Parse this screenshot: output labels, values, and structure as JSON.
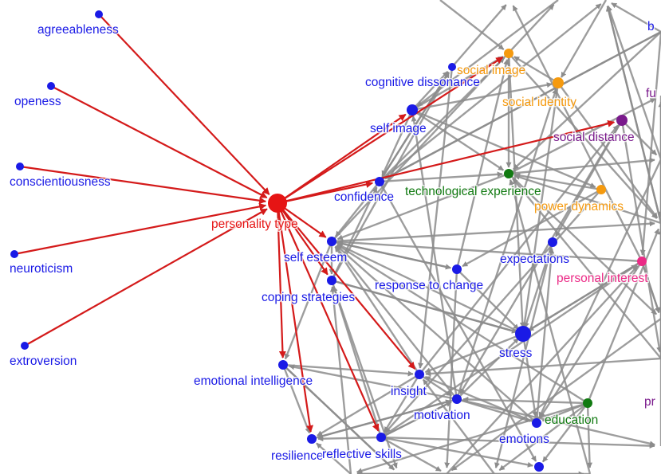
{
  "colors": {
    "blue": "#1a1ae6",
    "red": "#e61414",
    "orange": "#f59a0f",
    "green": "#117a11",
    "purple": "#7a1a8c",
    "pink": "#eb2a86",
    "edge": "#8c8c8c",
    "hub_edge": "#d41a1a"
  },
  "nodes": [
    {
      "id": "agreeableness",
      "label": "agreeableness",
      "color": "blue"
    },
    {
      "id": "openess",
      "label": "openess",
      "color": "blue"
    },
    {
      "id": "conscientiousness",
      "label": "conscientiousness",
      "color": "blue"
    },
    {
      "id": "neuroticism",
      "label": "neuroticism",
      "color": "blue"
    },
    {
      "id": "extroversion",
      "label": "extroversion",
      "color": "blue"
    },
    {
      "id": "personality_type",
      "label": "personality type",
      "color": "red"
    },
    {
      "id": "social_image",
      "label": "social image",
      "color": "orange"
    },
    {
      "id": "cognitive_dissonance",
      "label": "cognitive dissonance",
      "color": "blue"
    },
    {
      "id": "social_identity",
      "label": "social identity",
      "color": "orange"
    },
    {
      "id": "self_image",
      "label": "self image",
      "color": "blue"
    },
    {
      "id": "social_distance",
      "label": "social distance",
      "color": "purple"
    },
    {
      "id": "technological_experience",
      "label": "technological experience",
      "color": "green"
    },
    {
      "id": "confidence",
      "label": "confidence",
      "color": "blue"
    },
    {
      "id": "power_dynamics",
      "label": "power dynamics",
      "color": "orange"
    },
    {
      "id": "self_esteem",
      "label": "self esteem",
      "color": "blue"
    },
    {
      "id": "expectations",
      "label": "expectations",
      "color": "blue"
    },
    {
      "id": "personal_interest",
      "label": "personal interest",
      "color": "pink"
    },
    {
      "id": "response_to_change",
      "label": "response to change",
      "color": "blue"
    },
    {
      "id": "coping_strategies",
      "label": "coping strategies",
      "color": "blue"
    },
    {
      "id": "stress",
      "label": "stress",
      "color": "blue"
    },
    {
      "id": "emotional_intelligence",
      "label": "emotional intelligence",
      "color": "blue"
    },
    {
      "id": "insight",
      "label": "insight",
      "color": "blue"
    },
    {
      "id": "motivation",
      "label": "motivation",
      "color": "blue"
    },
    {
      "id": "education",
      "label": "education",
      "color": "green"
    },
    {
      "id": "emotions",
      "label": "emotions",
      "color": "blue"
    },
    {
      "id": "resilience",
      "label": "resilience",
      "color": "blue"
    },
    {
      "id": "reflective_skills",
      "label": "reflective skills",
      "color": "blue"
    },
    {
      "id": "fu",
      "label": "fu",
      "color": "purple"
    },
    {
      "id": "pr",
      "label": "pr",
      "color": "purple"
    },
    {
      "id": "b",
      "label": "b",
      "color": "blue"
    }
  ]
}
